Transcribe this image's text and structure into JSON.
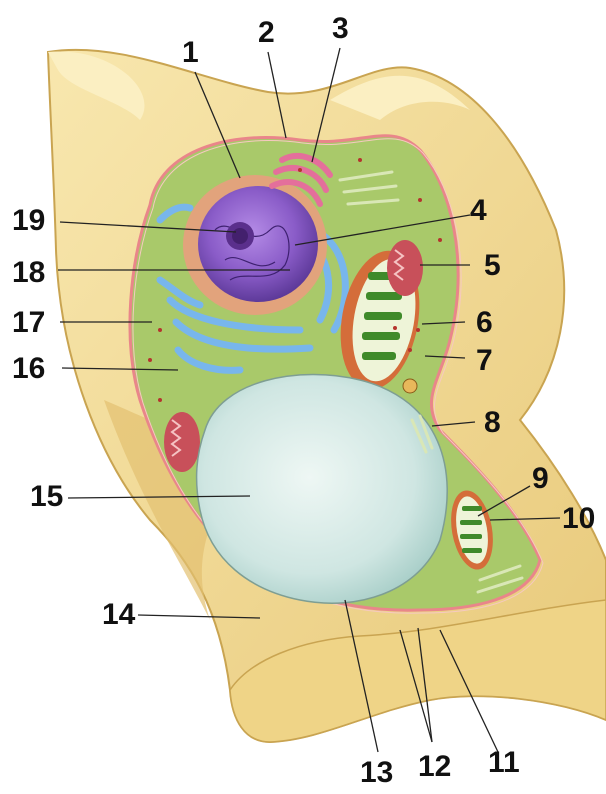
{
  "labels": [
    "1",
    "2",
    "3",
    "4",
    "5",
    "6",
    "7",
    "8",
    "9",
    "10",
    "11",
    "12",
    "13",
    "14",
    "15",
    "16",
    "17",
    "18",
    "19"
  ],
  "colors": {
    "cell_wall": "#f3dc96",
    "cell_wall_shadow": "#dcbd68",
    "membrane": "#e9868a",
    "cytoplasm": "#a9c96a",
    "nucleus": "#8a5cc8",
    "nucleolus": "#5a2f8c",
    "er": "#78b6ec",
    "golgi": "#e46f9b",
    "mitochondria": "#c8505a",
    "chloroplast": "#3f8a2a",
    "vacuole": "#d4eae6"
  },
  "icons": [
    "cell-wall-shape",
    "nucleus-shape",
    "vacuole-shape",
    "chloroplast-shape",
    "mitochondrion-shape",
    "golgi-shape",
    "er-shape"
  ]
}
